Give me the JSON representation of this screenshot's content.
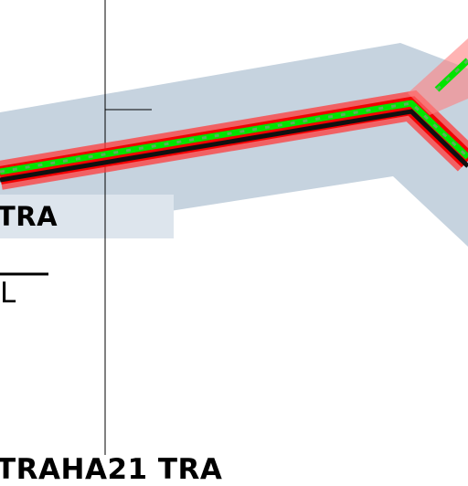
{
  "map": {
    "labels": {
      "zone_label": "TRA",
      "sub_label": "L",
      "bottom_label": "TRAHA21 TRA"
    },
    "colors": {
      "airspace_fill": "#c6d3df",
      "airspace_light_fill": "#dde5ed",
      "route_buffer": "#ff3b3b",
      "route_core": "#f20000",
      "route_highlight": "#00e400",
      "route_line": "#111111",
      "leader_line": "#000000"
    }
  }
}
